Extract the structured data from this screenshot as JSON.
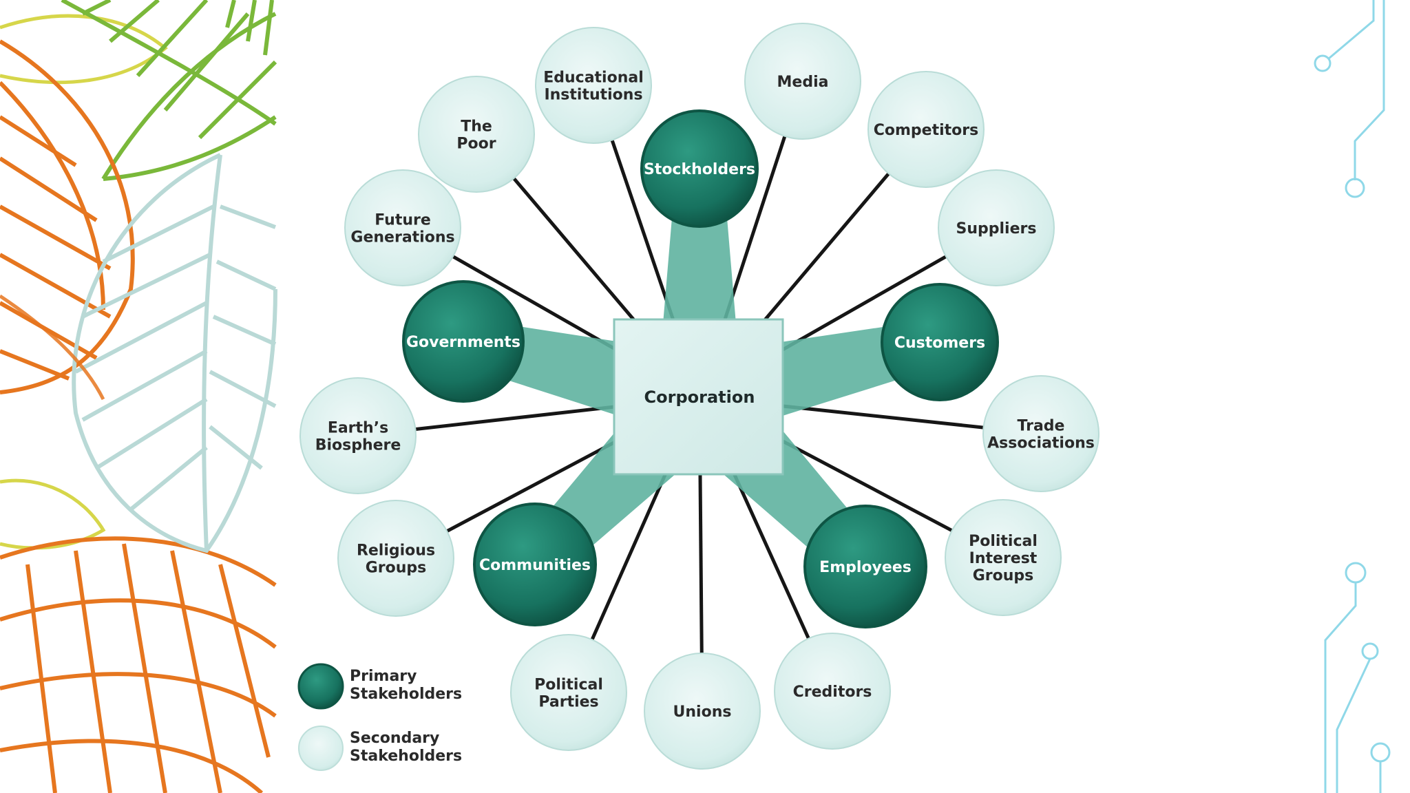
{
  "diagram": {
    "center": {
      "label": "Corporation"
    },
    "primary_stakeholders": [
      {
        "id": "stockholders",
        "lines": [
          "Stockholders"
        ]
      },
      {
        "id": "customers",
        "lines": [
          "Customers"
        ]
      },
      {
        "id": "employees",
        "lines": [
          "Employees"
        ]
      },
      {
        "id": "communities",
        "lines": [
          "Communities"
        ]
      },
      {
        "id": "governments",
        "lines": [
          "Governments"
        ]
      }
    ],
    "secondary_stakeholders": [
      {
        "id": "media",
        "lines": [
          "Media"
        ]
      },
      {
        "id": "competitors",
        "lines": [
          "Competitors"
        ]
      },
      {
        "id": "suppliers",
        "lines": [
          "Suppliers"
        ]
      },
      {
        "id": "trade-associations",
        "lines": [
          "Trade",
          "Associations"
        ]
      },
      {
        "id": "political-interest-groups",
        "lines": [
          "Political",
          "Interest",
          "Groups"
        ]
      },
      {
        "id": "creditors",
        "lines": [
          "Creditors"
        ]
      },
      {
        "id": "unions",
        "lines": [
          "Unions"
        ]
      },
      {
        "id": "political-parties",
        "lines": [
          "Political",
          "Parties"
        ]
      },
      {
        "id": "religious-groups",
        "lines": [
          "Religious",
          "Groups"
        ]
      },
      {
        "id": "earths-biosphere",
        "lines": [
          "Earth’s",
          "Biosphere"
        ]
      },
      {
        "id": "future-generations",
        "lines": [
          "Future",
          "Generations"
        ]
      },
      {
        "id": "the-poor",
        "lines": [
          "The",
          "Poor"
        ]
      },
      {
        "id": "educational-institutions",
        "lines": [
          "Educational",
          "Institutions"
        ]
      }
    ],
    "legend": {
      "primary": [
        "Primary",
        "Stakeholders"
      ],
      "secondary": [
        "Secondary",
        "Stakeholders"
      ]
    }
  },
  "colors": {
    "primary_fill": "#17725f",
    "primary_dark": "#0e5544",
    "secondary_fill": "#d3ebe8",
    "secondary_edge": "#b9dcd7",
    "center_fill": "#d8efed",
    "arm_fill": "#5fb2a0",
    "connector": "#161616",
    "leaf_orange": "#e6761f",
    "leaf_green": "#7ab83a",
    "leaf_pale": "#b9d9d6",
    "leaf_yellow": "#d6d64a",
    "circuit": "#8fd8e8"
  }
}
